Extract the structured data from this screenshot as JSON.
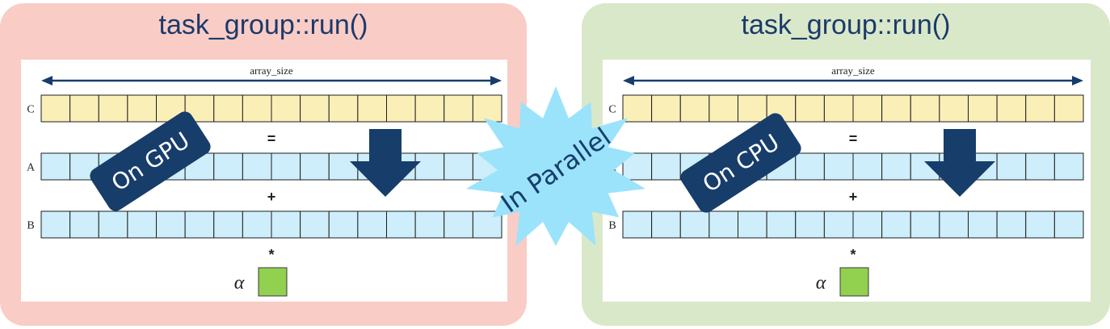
{
  "left_panel": {
    "title": "task_group::run()",
    "badge": "On GPU",
    "array_size_label": "array_size",
    "row_labels": [
      "C",
      "A",
      "B"
    ],
    "operators": [
      "=",
      "+",
      "*"
    ],
    "scalar_label": "α"
  },
  "right_panel": {
    "title": "task_group::run()",
    "badge": "On CPU",
    "array_size_label": "array_size",
    "row_labels": [
      "C",
      "A",
      "B"
    ],
    "operators": [
      "=",
      "+",
      "*"
    ],
    "scalar_label": "α"
  },
  "burst": {
    "text": "In Parallel"
  },
  "cells_per_array": 16,
  "colors": {
    "array_c": "#fbefb8",
    "array_ab": "#cdeefa",
    "scalar": "#92d050",
    "arrow": "#173d6b",
    "badge": "#173d6b",
    "burst": "#9be3fb",
    "left_panel": "#f9ccc6",
    "right_panel": "#d9e8c9"
  },
  "icons": {
    "flow_arrow": "down-arrow-icon",
    "dimension_arrow": "double-headed-arrow-icon"
  }
}
